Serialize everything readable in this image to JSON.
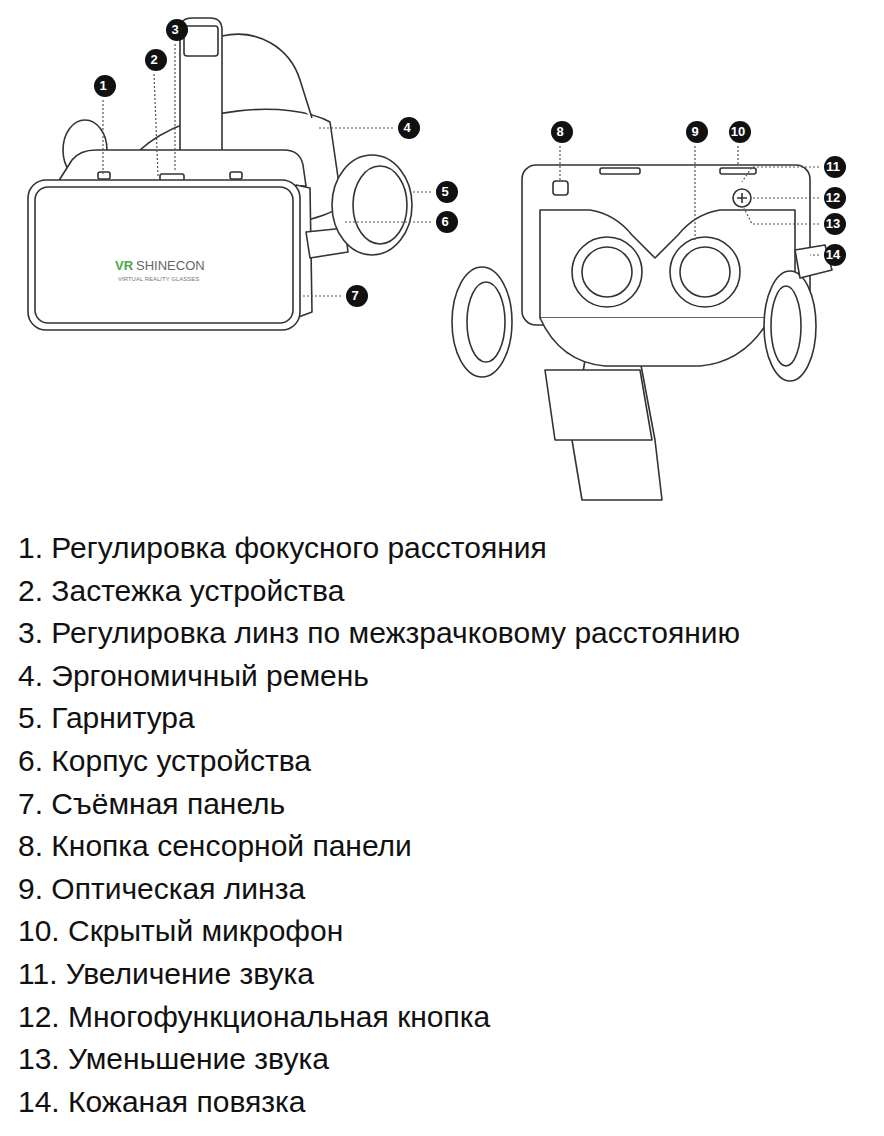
{
  "diagram": {
    "nodes": [
      {
        "text": [
          "1"
        ]
      },
      {
        "text": [
          "2"
        ]
      },
      {
        "text": [
          "3"
        ]
      },
      {
        "text": [
          "4"
        ]
      },
      {
        "text": [
          "5"
        ]
      },
      {
        "text": [
          "6"
        ]
      },
      {
        "text": [
          "7"
        ]
      },
      {
        "text": [
          "8"
        ]
      },
      {
        "text": [
          "9"
        ]
      },
      {
        "text": [
          "10"
        ]
      },
      {
        "text": [
          "11"
        ]
      },
      {
        "text": [
          "12"
        ]
      },
      {
        "text": [
          "13"
        ]
      },
      {
        "text": [
          "14"
        ]
      }
    ],
    "labels": [
      "VR",
      "SHINECON",
      "VIRTUAL REALITY GLASSES",
      "1. Регулировка фокусного расстояния",
      "2. Застежка устройства",
      "3. Регулировка линз по межзрачковому расстоянию",
      "4. Эргономичный ремень",
      "5. Гарнитура",
      "6. Корпус устройства",
      "7. Съёмная панель",
      "8. Кнопка сенсорной панели",
      "9. Оптическая линза",
      "10. Скрытый микрофон",
      "11. Увеличение звука",
      "12. Многофункциональная кнопка",
      "13. Уменьшение звука",
      "14. Кожаная повязка"
    ]
  }
}
